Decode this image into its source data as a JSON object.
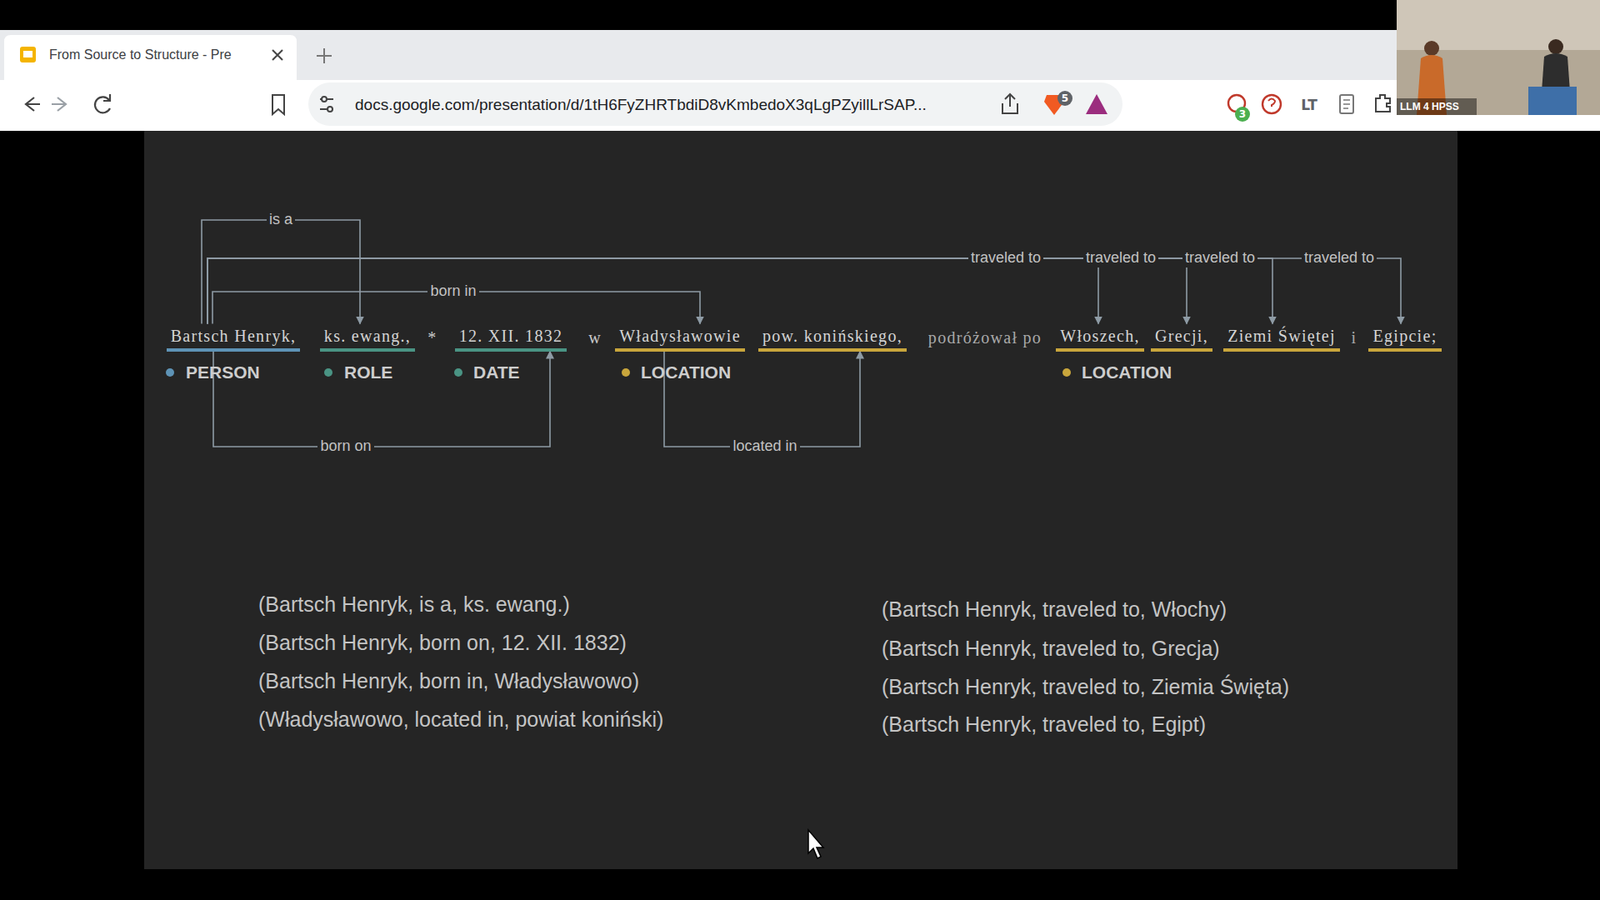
{
  "diagram": {
    "nodes": [
      {
        "text": [
          "Bartsch Henryk,"
        ]
      },
      {
        "text": [
          "ks. ewang.,"
        ]
      },
      {
        "text": [
          "12. XII. 1832"
        ]
      },
      {
        "text": [
          "Władysławowie"
        ]
      },
      {
        "text": [
          "pow. konińskiego,"
        ]
      },
      {
        "text": [
          "Włoszech,"
        ]
      },
      {
        "text": [
          "Grecji,"
        ]
      },
      {
        "text": [
          "Ziemi Świętej"
        ]
      },
      {
        "text": [
          "Egipcie;"
        ]
      }
    ],
    "edges": [
      {
        "from": 0,
        "to": 1,
        "label": "is a",
        "arrow": "to"
      },
      {
        "from": 0,
        "to": 5,
        "label": "traveled to",
        "arrow": "to"
      },
      {
        "from": 0,
        "to": 6,
        "label": "traveled to",
        "arrow": "to"
      },
      {
        "from": 0,
        "to": 7,
        "label": "traveled to",
        "arrow": "to"
      },
      {
        "from": 0,
        "to": 8,
        "label": "traveled to",
        "arrow": "to"
      },
      {
        "from": 0,
        "to": 3,
        "label": "born in",
        "arrow": "to"
      },
      {
        "from": 0,
        "to": 2,
        "label": "born on",
        "arrow": "to"
      },
      {
        "from": 3,
        "to": 4,
        "label": "located in",
        "arrow": "to"
      }
    ],
    "labels": [
      "From Source to Structure - Pre",
      "docs.google.com/presentation/d/1tH6FyZHRTbdiD8vKmbedoX3qLgPZyillLrSAP...",
      "5",
      "3",
      "LT",
      "LLM 4 HPSS",
      "*",
      "w",
      "podróżował po",
      "i",
      "PERSON",
      "ROLE",
      "DATE",
      "LOCATION",
      "LOCATION",
      "(Bartsch Henryk, is a, ks. ewang.)",
      "(Bartsch Henryk, born on, 12. XII. 1832)",
      "(Bartsch Henryk, born in, Władysławowo)",
      "(Władysławowo, located in, powiat koniński)",
      "(Bartsch Henryk, traveled to, Włochy)",
      "(Bartsch Henryk, traveled to, Grecja)",
      "(Bartsch Henryk, traveled to, Ziemia Święta)",
      "(Bartsch Henryk, traveled to, Egipt)"
    ]
  }
}
